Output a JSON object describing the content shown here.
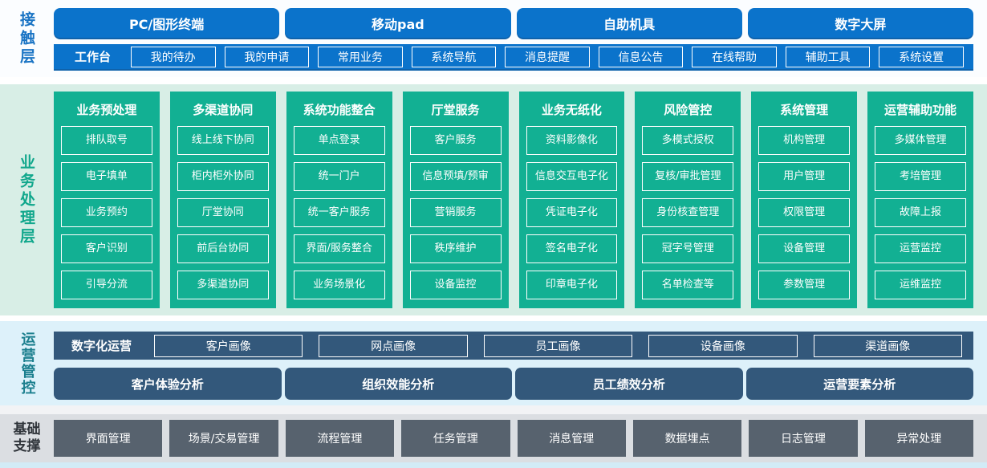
{
  "colors": {
    "primary_blue": "#0b73cb",
    "teal_green": "#12b093",
    "navy": "#33587b",
    "slate_gray": "#57626e",
    "bg_green": "#d8eee6",
    "bg_blue": "#ddf1fa",
    "bg_gray": "#dbdee2"
  },
  "contact_layer": {
    "label": "接触层",
    "terminals": [
      "PC/图形终端",
      "移动pad",
      "自助机具",
      "数字大屏"
    ],
    "workbench": {
      "label": "工作台",
      "items": [
        "我的待办",
        "我的申请",
        "常用业务",
        "系统导航",
        "消息提醒",
        "信息公告",
        "在线帮助",
        "辅助工具",
        "系统设置"
      ]
    }
  },
  "business_layer": {
    "label": "业务处理层",
    "columns": [
      {
        "title": "业务预处理",
        "items": [
          "排队取号",
          "电子填单",
          "业务预约",
          "客户识别",
          "引导分流"
        ]
      },
      {
        "title": "多渠道协同",
        "items": [
          "线上线下协同",
          "柜内柜外协同",
          "厅堂协同",
          "前后台协同",
          "多渠道协同"
        ]
      },
      {
        "title": "系统功能整合",
        "items": [
          "单点登录",
          "统一门户",
          "统一客户服务",
          "界面/服务整合",
          "业务场景化"
        ]
      },
      {
        "title": "厅堂服务",
        "items": [
          "客户服务",
          "信息预填/预审",
          "营销服务",
          "秩序维护",
          "设备监控"
        ]
      },
      {
        "title": "业务无纸化",
        "items": [
          "资料影像化",
          "信息交互电子化",
          "凭证电子化",
          "签名电子化",
          "印章电子化"
        ]
      },
      {
        "title": "风险管控",
        "items": [
          "多模式授权",
          "复核/审批管理",
          "身份核查管理",
          "冠字号管理",
          "名单检查等"
        ]
      },
      {
        "title": "系统管理",
        "items": [
          "机构管理",
          "用户管理",
          "权限管理",
          "设备管理",
          "参数管理"
        ]
      },
      {
        "title": "运营辅助功能",
        "items": [
          "多媒体管理",
          "考培管理",
          "故障上报",
          "运营监控",
          "运维监控"
        ]
      }
    ]
  },
  "operations_layer": {
    "label": "运营管控",
    "digital_ops": {
      "label": "数字化运营",
      "items": [
        "客户画像",
        "网点画像",
        "员工画像",
        "设备画像",
        "渠道画像"
      ]
    },
    "analysis": [
      "客户体验分析",
      "组织效能分析",
      "员工绩效分析",
      "运营要素分析"
    ]
  },
  "foundation_layer": {
    "label": "基础支撑",
    "items": [
      "界面管理",
      "场景/交易管理",
      "流程管理",
      "任务管理",
      "消息管理",
      "数据埋点",
      "日志管理",
      "异常处理"
    ]
  }
}
